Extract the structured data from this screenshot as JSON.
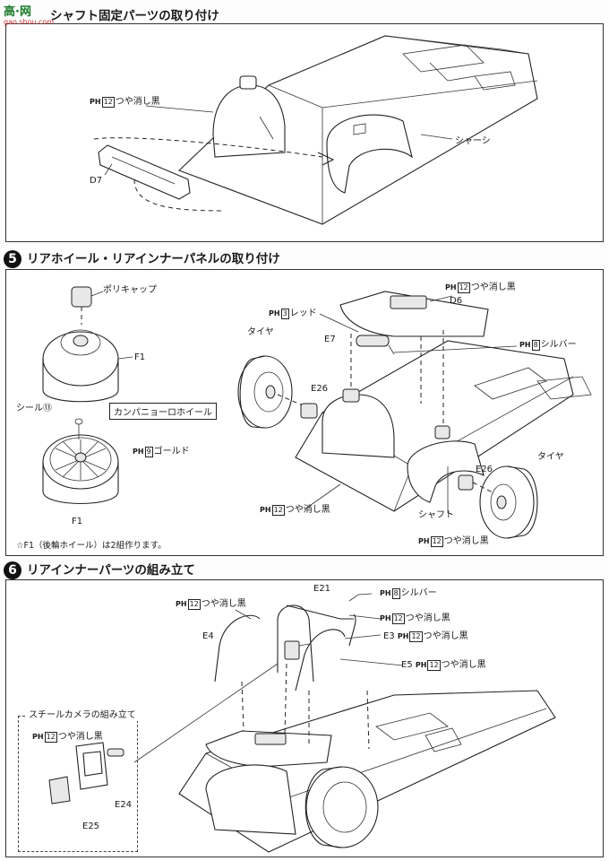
{
  "watermark": {
    "logo": "高·网",
    "url": "gao.shou.com"
  },
  "section4": {
    "title": "シャフト固定パーツの取り付け",
    "paint1": {
      "ph": "PH",
      "code": "12",
      "text": "つや消し黒"
    },
    "part_d7": "D7",
    "chassis": "シャーシ"
  },
  "section5": {
    "number": "5",
    "title": "リアホイール・リアインナーパネルの取り付け",
    "poly_cap": "ポリキャップ",
    "part_f1_top": "F1",
    "campagnolo": "カンパニョーロホイール",
    "seal": "シール",
    "seal_num": "⑬",
    "gold": {
      "ph": "PH",
      "code": "9",
      "text": "ゴールド"
    },
    "part_f1_bottom": "F1",
    "note": "☆F1（後輪ホイール）は2組作ります。",
    "tire_left": "タイヤ",
    "red": {
      "ph": "PH",
      "code": "3",
      "text": "レッド"
    },
    "part_e7": "E7",
    "part_e26_left": "E26",
    "matte_black_left": {
      "ph": "PH",
      "code": "12",
      "text": "つや消し黒"
    },
    "matte_black_top": {
      "ph": "PH",
      "code": "12",
      "text": "つや消し黒"
    },
    "part_d6": "D6",
    "silver": {
      "ph": "PH",
      "code": "8",
      "text": "シルバー"
    },
    "tire_right": "タイヤ",
    "part_e26_right": "E26",
    "shaft": "シャフト",
    "matte_black_bottom": {
      "ph": "PH",
      "code": "12",
      "text": "つや消し黒"
    }
  },
  "section6": {
    "number": "6",
    "title": "リアインナーパーツの組み立て",
    "matte_black_left": {
      "ph": "PH",
      "code": "12",
      "text": "つや消し黒"
    },
    "part_e4": "E4",
    "part_e21": "E21",
    "silver": {
      "ph": "PH",
      "code": "8",
      "text": "シルバー"
    },
    "matte_black_r1": {
      "ph": "PH",
      "code": "12",
      "text": "つや消し黒"
    },
    "part_e3": "E3",
    "matte_black_r2": {
      "ph": "PH",
      "code": "12",
      "text": "つや消し黒"
    },
    "part_e5": "E5",
    "matte_black_r3": {
      "ph": "PH",
      "code": "12",
      "text": "つや消し黒"
    },
    "camera_title": "スチールカメラの組み立て",
    "camera_paint": {
      "ph": "PH",
      "code": "12",
      "text": "つや消し黒"
    },
    "part_e24": "E24",
    "part_e25": "E25"
  }
}
